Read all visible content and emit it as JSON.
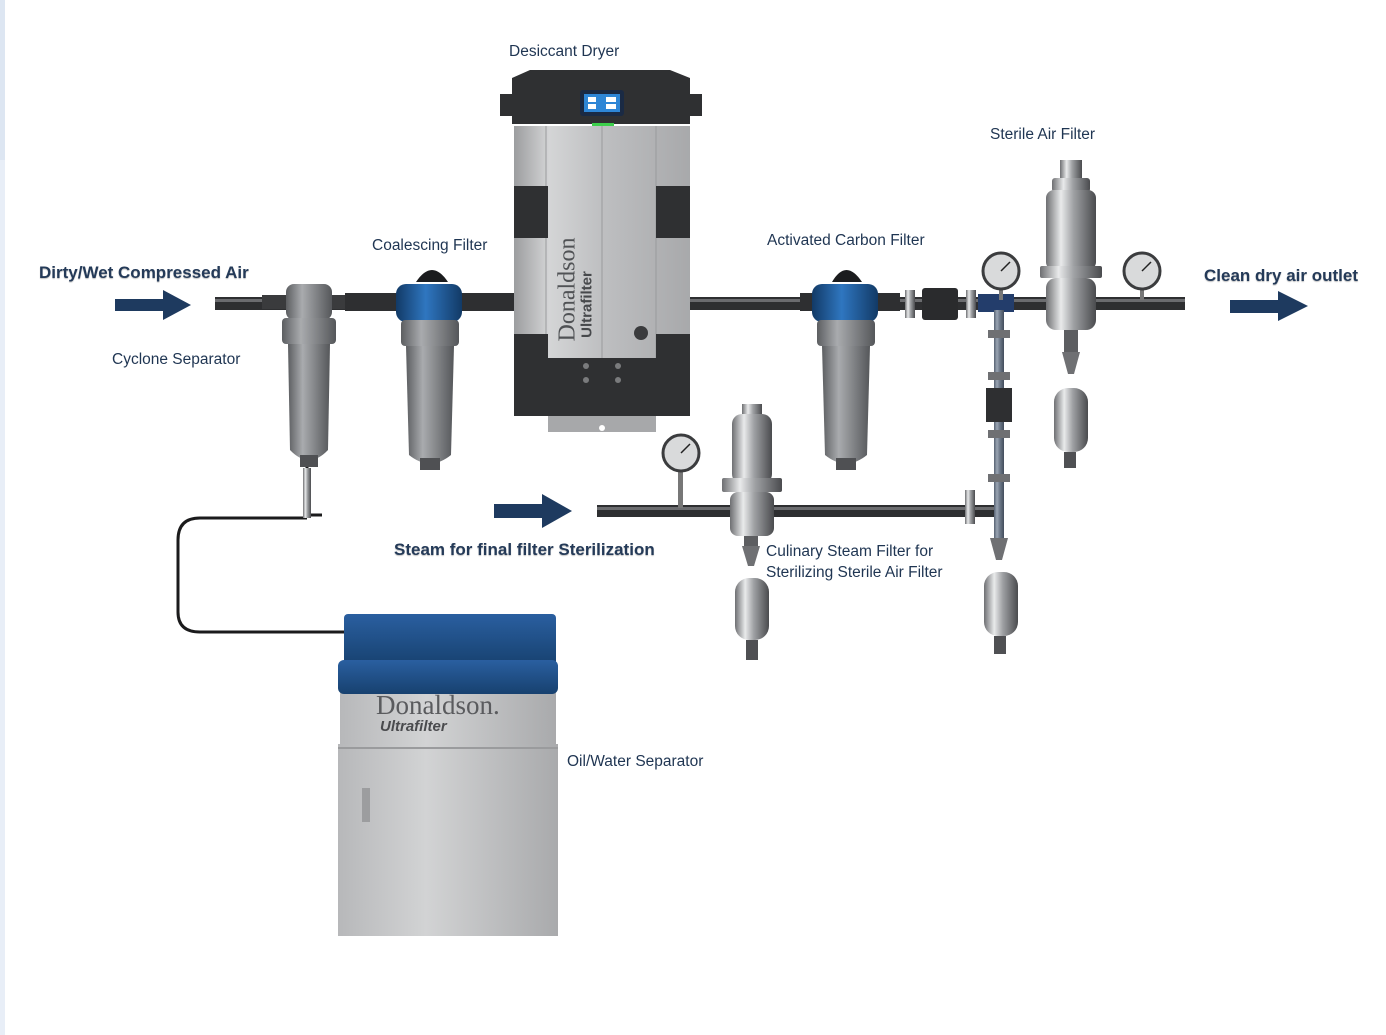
{
  "labels": {
    "desiccant_dryer": "Desiccant Dryer",
    "sterile_air_filter": "Sterile Air Filter",
    "coalescing_filter": "Coalescing Filter",
    "activated_carbon_filter": "Activated Carbon Filter",
    "inlet": "Dirty/Wet Compressed Air",
    "outlet": "Clean dry air outlet",
    "cyclone_separator": "Cyclone Separator",
    "steam": "Steam for final filter Sterilization",
    "culinary_steam_filter_line1": "Culinary Steam Filter for",
    "culinary_steam_filter_line2": "Sterilizing Sterile Air Filter",
    "oil_water_separator": "Oil/Water Separator"
  },
  "branding": {
    "dryer_brand": "Donaldson",
    "dryer_sub": "Ultrafilter",
    "separator_brand": "Donaldson.",
    "separator_sub": "Ultrafilter"
  },
  "colors": {
    "arrow": "#1e3a5f",
    "filter_head_blue": "#1d5a9a",
    "pipe": "#2b2b2b",
    "dryer_body": "#c9cacb",
    "separator_lid": "#1e4f8c",
    "separator_body": "#c8c9ca"
  },
  "icons": {
    "flow_arrow": "right-arrow",
    "gauge": "pressure-gauge"
  }
}
